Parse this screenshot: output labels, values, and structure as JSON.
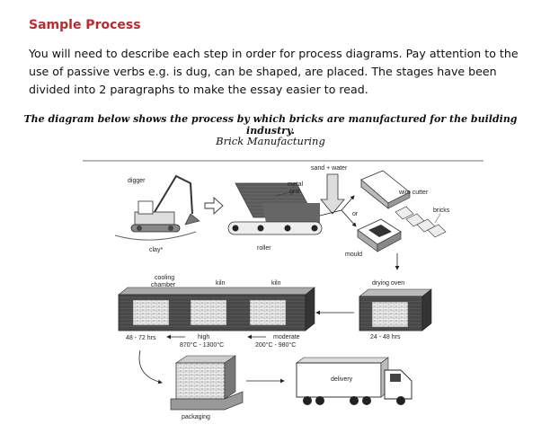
{
  "heading": "Sample Process",
  "intro": "You will need to describe each step in order for process diagrams. Pay attention to the use of passive verbs e.g. is dug, can be shaped, are placed. The stages have been divided into 2 paragraphs to make the essay easier to read.",
  "figure": {
    "caption": "The diagram below shows the process by which bricks are manufactured for the building industry.",
    "title": "Brick Manufacturing",
    "labels": {
      "digger": "digger",
      "clay": "clay*",
      "metal": "metal",
      "grid": "grid",
      "roller": "roller",
      "sand_water": "sand + water",
      "wire_cutter": "wire cutter",
      "bricks": "bricks",
      "or": "or",
      "mould": "mould",
      "drying_oven": "drying oven",
      "drying_time": "24 - 48 hrs",
      "cooling1": "cooling",
      "cooling2": "chamber",
      "kiln1": "kiln",
      "kiln2": "kiln",
      "cooling_time": "48 - 72 hrs",
      "high": "high",
      "high_temp": "870°C - 1300°C",
      "moderate": "moderate",
      "moderate_temp": "200°C - 980°C",
      "packaging": "packaging",
      "delivery": "delivery"
    }
  }
}
